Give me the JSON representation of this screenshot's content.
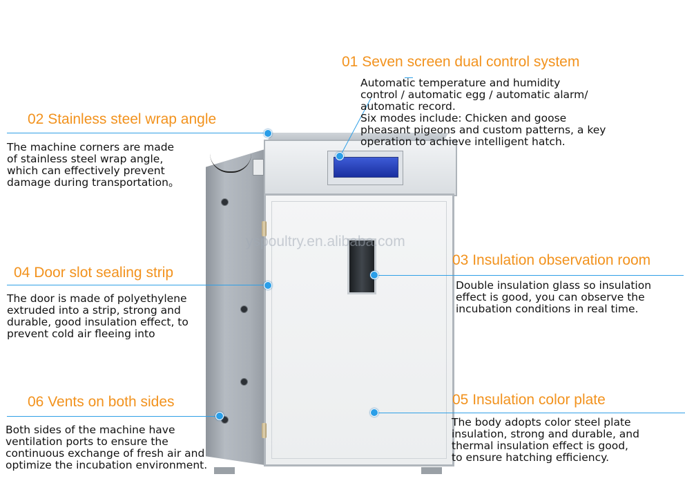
{
  "watermark": "yspoultry.en.alibaba.com",
  "features": {
    "f01": {
      "title": "01 Seven screen dual control system",
      "desc": "Automatic temperature and humidity\ncontrol / automatic egg / automatic alarm/\nautomatic record.\nSix modes include: Chicken and goose\npheasant pigeons and custom patterns, a key\noperation to achieve intelligent hatch."
    },
    "f02": {
      "title": "02 Stainless steel wrap angle",
      "desc": "The machine corners are made\nof stainless steel wrap angle,\nwhich can effectively prevent\ndamage during transportation。"
    },
    "f03": {
      "title": "03 Insulation observation room",
      "desc": "Double insulation glass so insulation\neffect is good, you can observe the\nincubation conditions in real time."
    },
    "f04": {
      "title": "04 Door slot sealing strip",
      "desc": "The door is made of polyethylene\nextruded into a strip, strong and\ndurable, good insulation effect, to\nprevent cold air fleeing into"
    },
    "f05": {
      "title": "05 Insulation color plate",
      "desc": "The body adopts color steel plate\ninsulation, strong and durable, and\nthermal insulation effect is good,\nto ensure hatching efficiency."
    },
    "f06": {
      "title": "06 Vents on both sides",
      "desc": "Both sides of the machine have\nventilation ports to ensure the\ncontinuous exchange of fresh air and\noptimize the incubation environment."
    }
  },
  "colors": {
    "heading": "#f2921d",
    "callout": "#2f9fe6"
  }
}
